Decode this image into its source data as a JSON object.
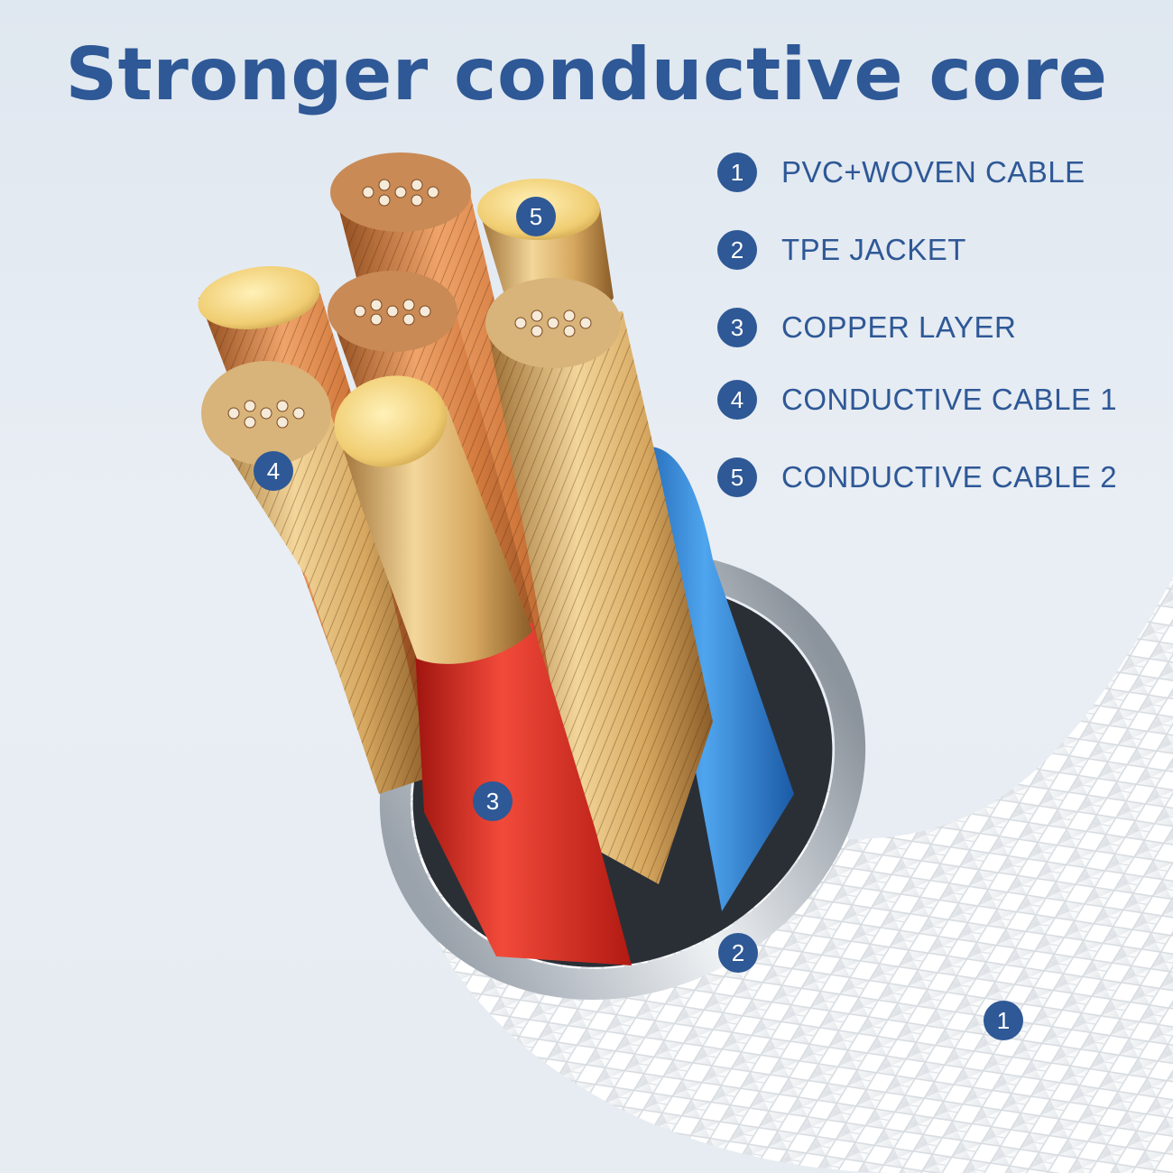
{
  "title": "Stronger conductive core",
  "legend": [
    {
      "number": "1",
      "label": "PVC+WOVEN CABLE"
    },
    {
      "number": "2",
      "label": "TPE JACKET"
    },
    {
      "number": "3",
      "label": "COPPER LAYER"
    },
    {
      "number": "4",
      "label": "CONDUCTIVE CABLE 1"
    },
    {
      "number": "5",
      "label": "CONDUCTIVE CABLE 2"
    }
  ],
  "markers": {
    "m1": "1",
    "m2": "2",
    "m3": "3",
    "m4": "4",
    "m5": "5"
  },
  "colors": {
    "accent": "#2e5896",
    "copper": "#d98a4e",
    "gold": "#e9c67a",
    "red_insulation": "#e0281e",
    "blue_insulation": "#2f86d8",
    "white_braid": "#f2f4f6"
  }
}
